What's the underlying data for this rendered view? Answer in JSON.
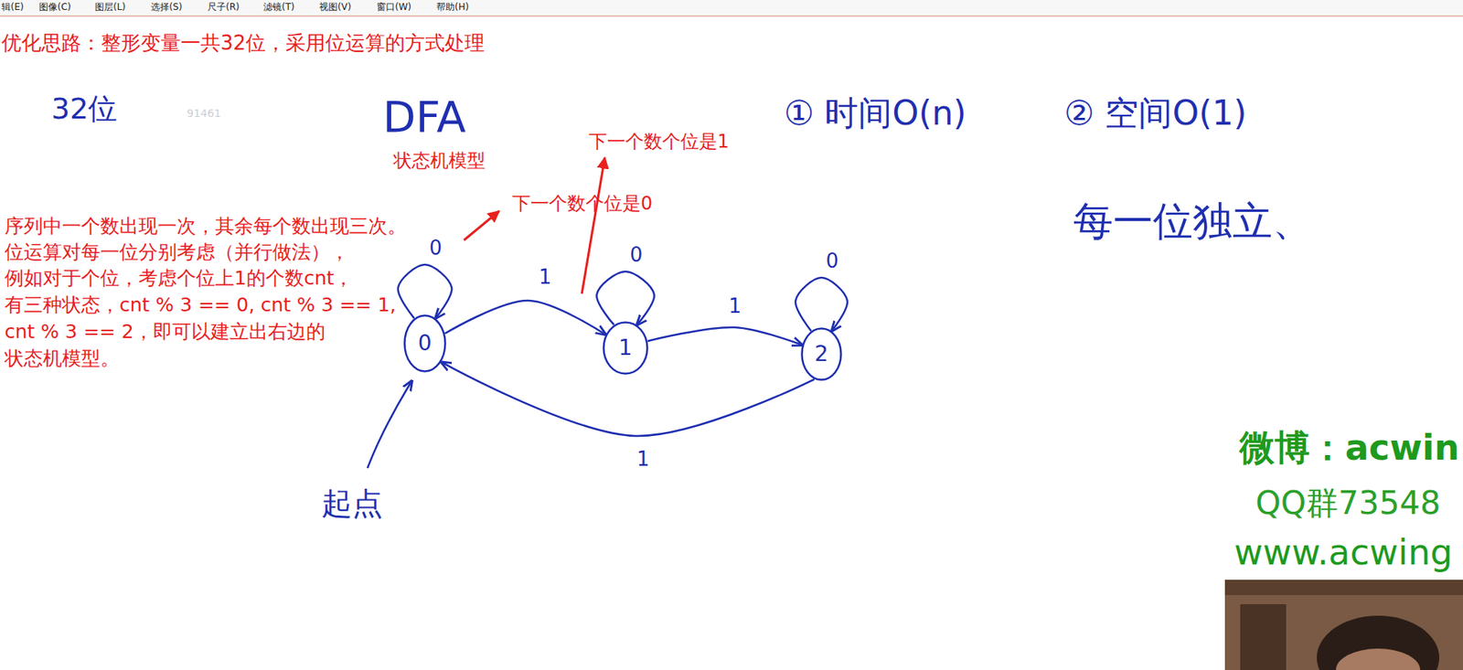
{
  "diagram": {
    "title": "优化思路：整形变量一共32位，采用位运算的方式处理",
    "nodes": [
      {
        "text": [
          "0"
        ]
      },
      {
        "text": [
          "1"
        ]
      },
      {
        "text": [
          "2"
        ]
      }
    ],
    "edges": [
      {
        "from": 0,
        "to": 0,
        "label": "0",
        "arrow": "to"
      },
      {
        "from": 0,
        "to": 1,
        "label": "1",
        "arrow": "to"
      },
      {
        "from": 1,
        "to": 1,
        "label": "0",
        "arrow": "to"
      },
      {
        "from": 1,
        "to": 2,
        "label": "1",
        "arrow": "to"
      },
      {
        "from": 2,
        "to": 2,
        "label": "0",
        "arrow": "to"
      },
      {
        "from": 2,
        "to": 0,
        "label": "1",
        "arrow": "to"
      }
    ],
    "labels": [
      "辑(E)",
      "图像(C)",
      "图层(L)",
      "选择(S)",
      "尺子(R)",
      "滤镜(T)",
      "视图(V)",
      "窗口(W)",
      "帮助(H)",
      "32位",
      "91461",
      "DFA",
      "状态机模型",
      "下一个数个位是1",
      "下一个数个位是0",
      "序列中一个数出现一次，其余每个数出现三次。",
      "位运算对每一位分别考虑（并行做法），",
      "例如对于个位，考虑个位上1的个数cnt，",
      "有三种状态，cnt % 3 == 0, cnt % 3 == 1,",
      "cnt % 3 == 2，即可以建立出右边的",
      "状态机模型。",
      "① 时间O(n)",
      "② 空间O(1)",
      "每一位独立、",
      "起点",
      "微博：acwin",
      "QQ群73548",
      "www.acwing"
    ]
  }
}
